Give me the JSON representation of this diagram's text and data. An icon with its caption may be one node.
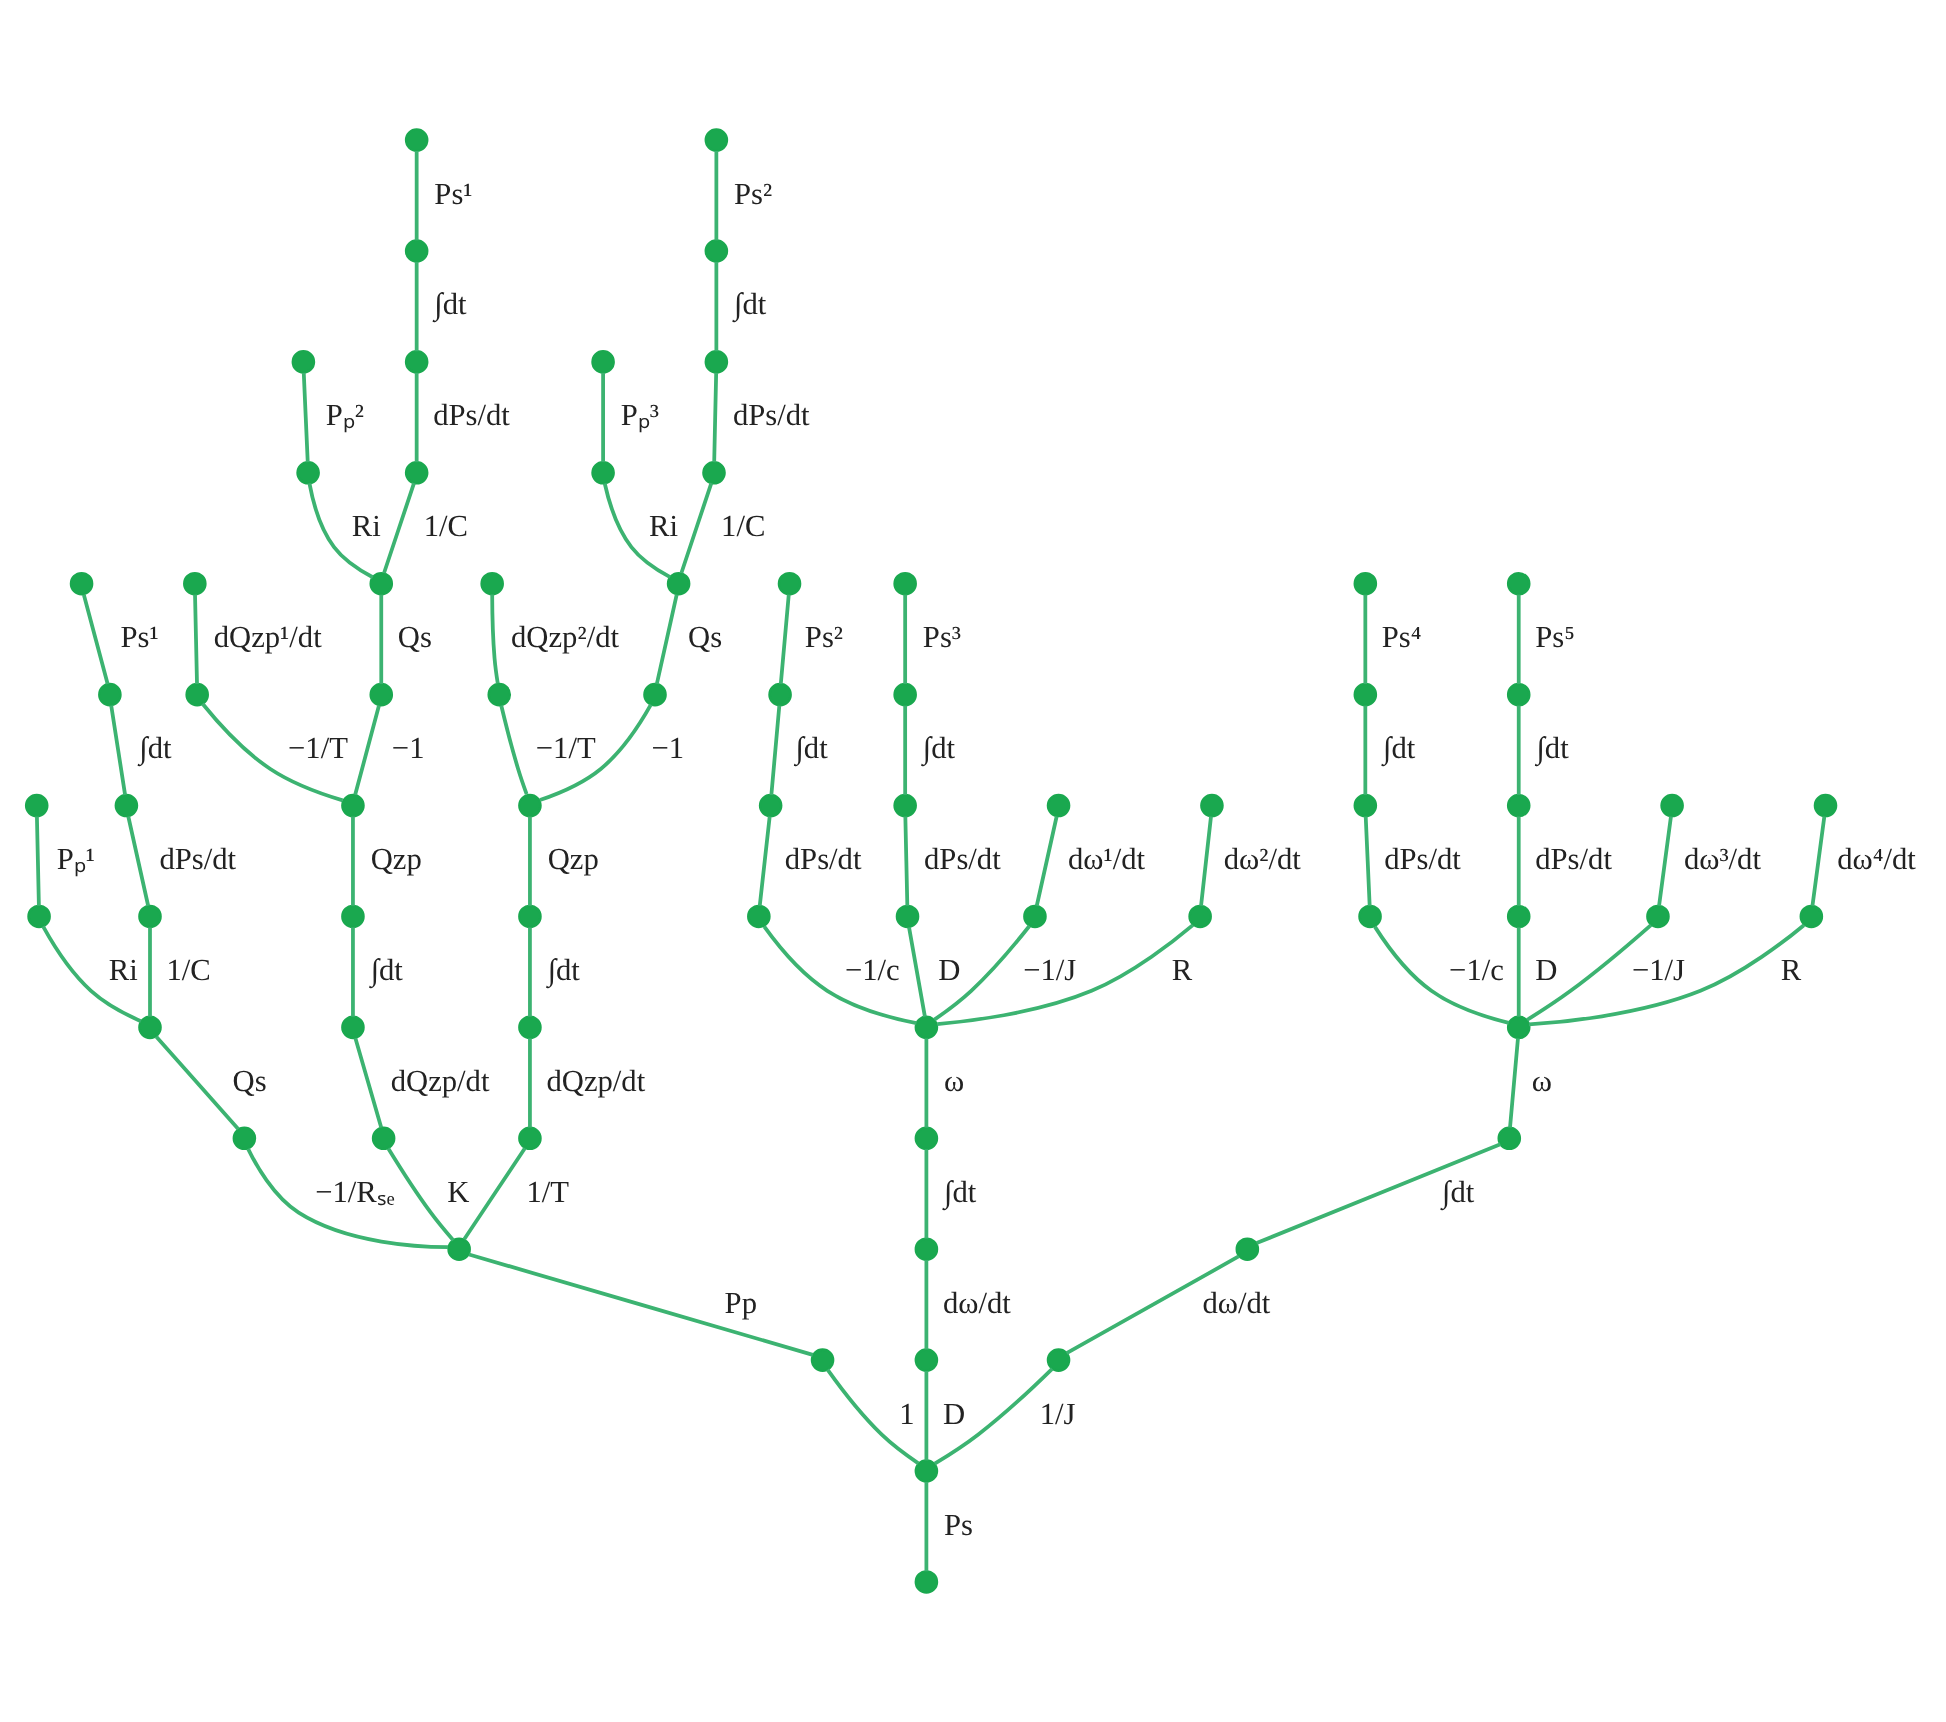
{
  "diagram": {
    "nodes": [
      {
        "text": [],
        "shape": "circle"
      },
      {
        "text": [],
        "shape": "circle"
      },
      {
        "text": [],
        "shape": "circle"
      },
      {
        "text": [],
        "shape": "circle"
      },
      {
        "text": [],
        "shape": "circle"
      },
      {
        "text": [],
        "shape": "circle"
      },
      {
        "text": [],
        "shape": "circle"
      },
      {
        "text": [],
        "shape": "circle"
      },
      {
        "text": [],
        "shape": "circle"
      },
      {
        "text": [],
        "shape": "circle"
      },
      {
        "text": [],
        "shape": "circle"
      },
      {
        "text": [],
        "shape": "circle"
      },
      {
        "text": [],
        "shape": "circle"
      },
      {
        "text": [],
        "shape": "circle"
      },
      {
        "text": [],
        "shape": "circle"
      },
      {
        "text": [],
        "shape": "circle"
      },
      {
        "text": [],
        "shape": "circle"
      },
      {
        "text": [],
        "shape": "circle"
      },
      {
        "text": [],
        "shape": "circle"
      },
      {
        "text": [],
        "shape": "circle"
      },
      {
        "text": [],
        "shape": "circle"
      },
      {
        "text": [],
        "shape": "circle"
      },
      {
        "text": [],
        "shape": "circle"
      },
      {
        "text": [],
        "shape": "circle"
      },
      {
        "text": [],
        "shape": "circle"
      },
      {
        "text": [],
        "shape": "circle"
      },
      {
        "text": [],
        "shape": "circle"
      },
      {
        "text": [],
        "shape": "circle"
      },
      {
        "text": [],
        "shape": "circle"
      },
      {
        "text": [],
        "shape": "circle"
      },
      {
        "text": [],
        "shape": "circle"
      },
      {
        "text": [],
        "shape": "circle"
      },
      {
        "text": [],
        "shape": "circle"
      },
      {
        "text": [],
        "shape": "circle"
      },
      {
        "text": [],
        "shape": "circle"
      },
      {
        "text": [],
        "shape": "circle"
      },
      {
        "text": [],
        "shape": "circle"
      },
      {
        "text": [],
        "shape": "circle"
      },
      {
        "text": [],
        "shape": "circle"
      },
      {
        "text": [],
        "shape": "circle"
      },
      {
        "text": [],
        "shape": "circle"
      },
      {
        "text": [],
        "shape": "circle"
      },
      {
        "text": [],
        "shape": "circle"
      },
      {
        "text": [],
        "shape": "circle"
      },
      {
        "text": [],
        "shape": "circle"
      },
      {
        "text": [],
        "shape": "circle"
      },
      {
        "text": [],
        "shape": "circle"
      },
      {
        "text": [],
        "shape": "circle"
      },
      {
        "text": [],
        "shape": "circle"
      },
      {
        "text": [],
        "shape": "circle"
      },
      {
        "text": [],
        "shape": "circle"
      },
      {
        "text": [],
        "shape": "circle"
      },
      {
        "text": [],
        "shape": "circle"
      },
      {
        "text": [],
        "shape": "circle"
      },
      {
        "text": [],
        "shape": "circle"
      },
      {
        "text": [],
        "shape": "circle"
      },
      {
        "text": [],
        "shape": "circle"
      },
      {
        "text": [],
        "shape": "circle"
      },
      {
        "text": [],
        "shape": "circle"
      },
      {
        "text": [],
        "shape": "circle"
      },
      {
        "text": [],
        "shape": "circle"
      },
      {
        "text": [],
        "shape": "circle"
      },
      {
        "text": [],
        "shape": "circle"
      },
      {
        "text": [],
        "shape": "circle"
      },
      {
        "text": [],
        "shape": "circle"
      },
      {
        "text": [],
        "shape": "circle"
      },
      {
        "text": [],
        "shape": "circle"
      },
      {
        "text": [],
        "shape": "circle"
      },
      {
        "text": [],
        "shape": "circle"
      },
      {
        "text": [],
        "shape": "circle"
      },
      {
        "text": [],
        "shape": "circle"
      },
      {
        "text": [],
        "shape": "circle"
      }
    ],
    "edges": [
      {
        "from": 0,
        "to": 1,
        "arrow": "none",
        "label": "Ps"
      },
      {
        "from": 1,
        "to": 2,
        "arrow": "none",
        "label": "1"
      },
      {
        "from": 2,
        "to": 3,
        "arrow": "none",
        "label": "Pp"
      },
      {
        "from": 3,
        "to": 4,
        "arrow": "none",
        "label": "−1/Rₛₑ"
      },
      {
        "from": 4,
        "to": 5,
        "arrow": "none",
        "label": "Qs"
      },
      {
        "from": 5,
        "to": 6,
        "arrow": "none",
        "label": "Ri"
      },
      {
        "from": 6,
        "to": 7,
        "arrow": "none",
        "label": "Pₚ¹"
      },
      {
        "from": 5,
        "to": 8,
        "arrow": "none",
        "label": "1/C"
      },
      {
        "from": 8,
        "to": 9,
        "arrow": "none",
        "label": "dPs/dt"
      },
      {
        "from": 9,
        "to": 10,
        "arrow": "none",
        "label": "∫dt"
      },
      {
        "from": 10,
        "to": 11,
        "arrow": "none",
        "label": "Ps¹"
      },
      {
        "from": 3,
        "to": 12,
        "arrow": "none",
        "label": "K"
      },
      {
        "from": 12,
        "to": 13,
        "arrow": "none",
        "label": "dQzp/dt"
      },
      {
        "from": 13,
        "to": 14,
        "arrow": "none",
        "label": "∫dt"
      },
      {
        "from": 14,
        "to": 15,
        "arrow": "none",
        "label": "Qzp"
      },
      {
        "from": 15,
        "to": 16,
        "arrow": "none",
        "label": "−1/T"
      },
      {
        "from": 16,
        "to": 17,
        "arrow": "none",
        "label": "dQzp¹/dt"
      },
      {
        "from": 15,
        "to": 18,
        "arrow": "none",
        "label": "−1"
      },
      {
        "from": 18,
        "to": 19,
        "arrow": "none",
        "label": "Qs"
      },
      {
        "from": 19,
        "to": 20,
        "arrow": "none",
        "label": "Ri"
      },
      {
        "from": 20,
        "to": 21,
        "arrow": "none",
        "label": "Pₚ²"
      },
      {
        "from": 19,
        "to": 22,
        "arrow": "none",
        "label": "1/C"
      },
      {
        "from": 22,
        "to": 23,
        "arrow": "none",
        "label": "dPs/dt"
      },
      {
        "from": 23,
        "to": 24,
        "arrow": "none",
        "label": "∫dt"
      },
      {
        "from": 24,
        "to": 25,
        "arrow": "none",
        "label": "Ps¹"
      },
      {
        "from": 3,
        "to": 26,
        "arrow": "none",
        "label": "1/T"
      },
      {
        "from": 26,
        "to": 27,
        "arrow": "none",
        "label": "dQzp/dt"
      },
      {
        "from": 27,
        "to": 28,
        "arrow": "none",
        "label": "∫dt"
      },
      {
        "from": 28,
        "to": 29,
        "arrow": "none",
        "label": "Qzp"
      },
      {
        "from": 29,
        "to": 30,
        "arrow": "none",
        "label": "−1/T"
      },
      {
        "from": 30,
        "to": 31,
        "arrow": "none",
        "label": "dQzp²/dt"
      },
      {
        "from": 29,
        "to": 32,
        "arrow": "none",
        "label": "−1"
      },
      {
        "from": 32,
        "to": 33,
        "arrow": "none",
        "label": "Qs"
      },
      {
        "from": 33,
        "to": 34,
        "arrow": "none",
        "label": "Ri"
      },
      {
        "from": 34,
        "to": 35,
        "arrow": "none",
        "label": "Pₚ³"
      },
      {
        "from": 33,
        "to": 36,
        "arrow": "none",
        "label": "1/C"
      },
      {
        "from": 36,
        "to": 37,
        "arrow": "none",
        "label": "dPs/dt"
      },
      {
        "from": 37,
        "to": 38,
        "arrow": "none",
        "label": "∫dt"
      },
      {
        "from": 38,
        "to": 39,
        "arrow": "none",
        "label": "Ps²"
      },
      {
        "from": 1,
        "to": 40,
        "arrow": "none",
        "label": "D"
      },
      {
        "from": 40,
        "to": 41,
        "arrow": "none",
        "label": "dω/dt"
      },
      {
        "from": 41,
        "to": 42,
        "arrow": "none",
        "label": "∫dt"
      },
      {
        "from": 42,
        "to": 43,
        "arrow": "none",
        "label": "ω"
      },
      {
        "from": 43,
        "to": 44,
        "arrow": "none",
        "label": "−1/c"
      },
      {
        "from": 44,
        "to": 45,
        "arrow": "none",
        "label": "dPs/dt"
      },
      {
        "from": 45,
        "to": 46,
        "arrow": "none",
        "label": "∫dt"
      },
      {
        "from": 46,
        "to": 47,
        "arrow": "none",
        "label": "Ps²"
      },
      {
        "from": 43,
        "to": 48,
        "arrow": "none",
        "label": "D"
      },
      {
        "from": 48,
        "to": 49,
        "arrow": "none",
        "label": "dPs/dt"
      },
      {
        "from": 49,
        "to": 50,
        "arrow": "none",
        "label": "∫dt"
      },
      {
        "from": 50,
        "to": 51,
        "arrow": "none",
        "label": "Ps³"
      },
      {
        "from": 43,
        "to": 52,
        "arrow": "none",
        "label": "−1/J"
      },
      {
        "from": 52,
        "to": 53,
        "arrow": "none",
        "label": "dω¹/dt"
      },
      {
        "from": 43,
        "to": 54,
        "arrow": "none",
        "label": "R"
      },
      {
        "from": 54,
        "to": 55,
        "arrow": "none",
        "label": "dω²/dt"
      },
      {
        "from": 1,
        "to": 56,
        "arrow": "none",
        "label": "1/J"
      },
      {
        "from": 56,
        "to": 57,
        "arrow": "none",
        "label": "dω/dt"
      },
      {
        "from": 57,
        "to": 58,
        "arrow": "none",
        "label": "∫dt"
      },
      {
        "from": 58,
        "to": 59,
        "arrow": "none",
        "label": "ω"
      },
      {
        "from": 59,
        "to": 60,
        "arrow": "none",
        "label": "−1/c"
      },
      {
        "from": 60,
        "to": 61,
        "arrow": "none",
        "label": "dPs/dt"
      },
      {
        "from": 61,
        "to": 62,
        "arrow": "none",
        "label": "∫dt"
      },
      {
        "from": 62,
        "to": 63,
        "arrow": "none",
        "label": "Ps⁴"
      },
      {
        "from": 59,
        "to": 64,
        "arrow": "none",
        "label": "D"
      },
      {
        "from": 64,
        "to": 65,
        "arrow": "none",
        "label": "dPs/dt"
      },
      {
        "from": 65,
        "to": 66,
        "arrow": "none",
        "label": "∫dt"
      },
      {
        "from": 66,
        "to": 67,
        "arrow": "none",
        "label": "Ps⁵"
      },
      {
        "from": 59,
        "to": 68,
        "arrow": "none",
        "label": "−1/J"
      },
      {
        "from": 68,
        "to": 69,
        "arrow": "none",
        "label": "dω³/dt"
      },
      {
        "from": 59,
        "to": 70,
        "arrow": "none",
        "label": "R"
      },
      {
        "from": 70,
        "to": 71,
        "arrow": "none",
        "label": "dω⁴/dt"
      }
    ]
  }
}
